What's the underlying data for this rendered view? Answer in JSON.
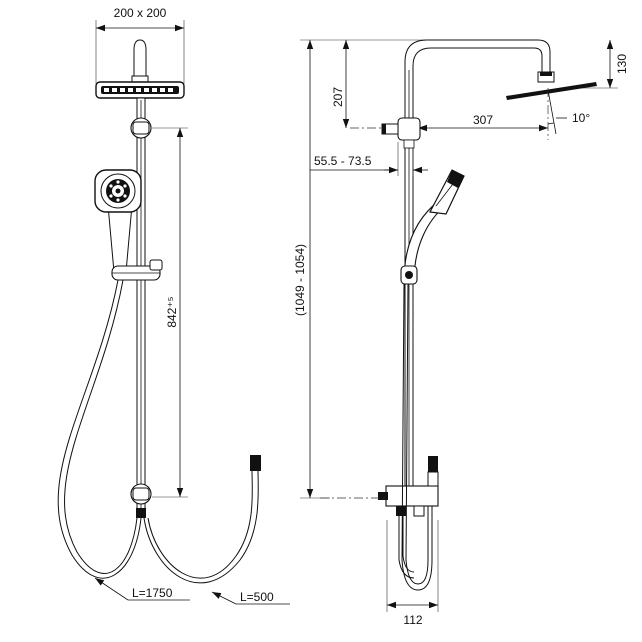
{
  "front_view": {
    "head_size": "200 x 200",
    "rail_spacing": "842⁺⁵",
    "hose_long": "L=1750",
    "hose_short": "L=500"
  },
  "side_view": {
    "total_height": "(1049 - 1054)",
    "arm_drop": "207",
    "head_height": "130",
    "arm_reach": "307",
    "head_angle": "10°",
    "wall_distance": "55.5 - 73.5",
    "base_width": "112"
  }
}
